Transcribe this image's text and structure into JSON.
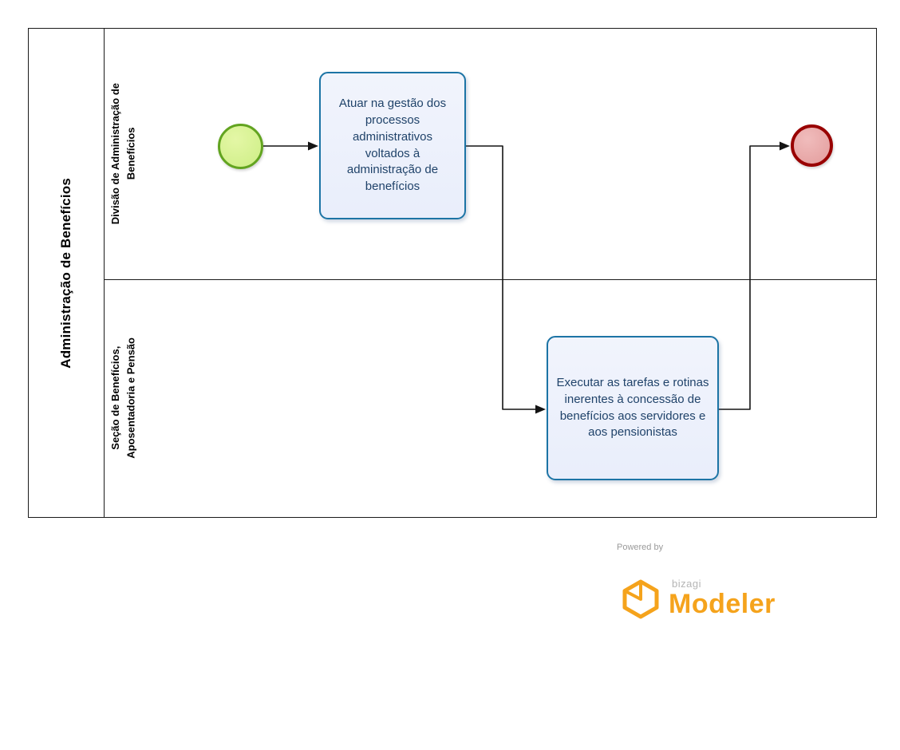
{
  "diagram": {
    "pool_title": "Administração de Benefícios",
    "lanes": [
      {
        "label": "Divisão de Administração de\nBenefícios"
      },
      {
        "label": "Seção de Benefícios,\nAposentadoria e Pensão"
      }
    ],
    "tasks": [
      {
        "text": "Atuar na gestão dos processos administrativos voltados à administração de benefícios"
      },
      {
        "text": "Executar as tarefas e rotinas inerentes à concessão de benefícios aos servidores e aos pensionistas"
      }
    ],
    "events": [
      {
        "type": "start-event"
      },
      {
        "type": "end-event"
      }
    ]
  },
  "branding": {
    "powered_by": "Powered by",
    "brand_name": "bizagi",
    "product_name": "Modeler"
  },
  "colors": {
    "start_event_fill": "#cdee85",
    "start_event_border": "#62a420",
    "end_event_fill": "#e39c9c",
    "end_event_border": "#990000",
    "task_fill": "#e9eefb",
    "task_border": "#1c74a5",
    "task_text": "#20436a",
    "brand_orange": "#f5a31c"
  }
}
